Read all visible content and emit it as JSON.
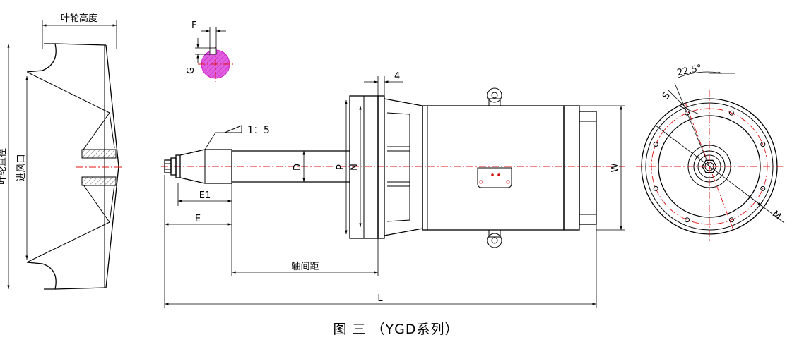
{
  "colors": {
    "line": "#000000",
    "centerline": "#e01010",
    "keyway_fill": "#e060e0"
  },
  "labels": {
    "impeller_height": "叶轮高度",
    "impeller_diameter": "叶轮直径",
    "inlet": "进风口",
    "F": "F",
    "G": "G",
    "taper": "1：5",
    "four": "4",
    "D": "D",
    "P": "P",
    "N": "N",
    "W": "W",
    "E1": "E1",
    "E": "E",
    "shaft_distance": "轴间距",
    "L": "L",
    "angle": "22.5°",
    "S": "S",
    "M": "M"
  },
  "caption": "图 三 （YGD系列）"
}
